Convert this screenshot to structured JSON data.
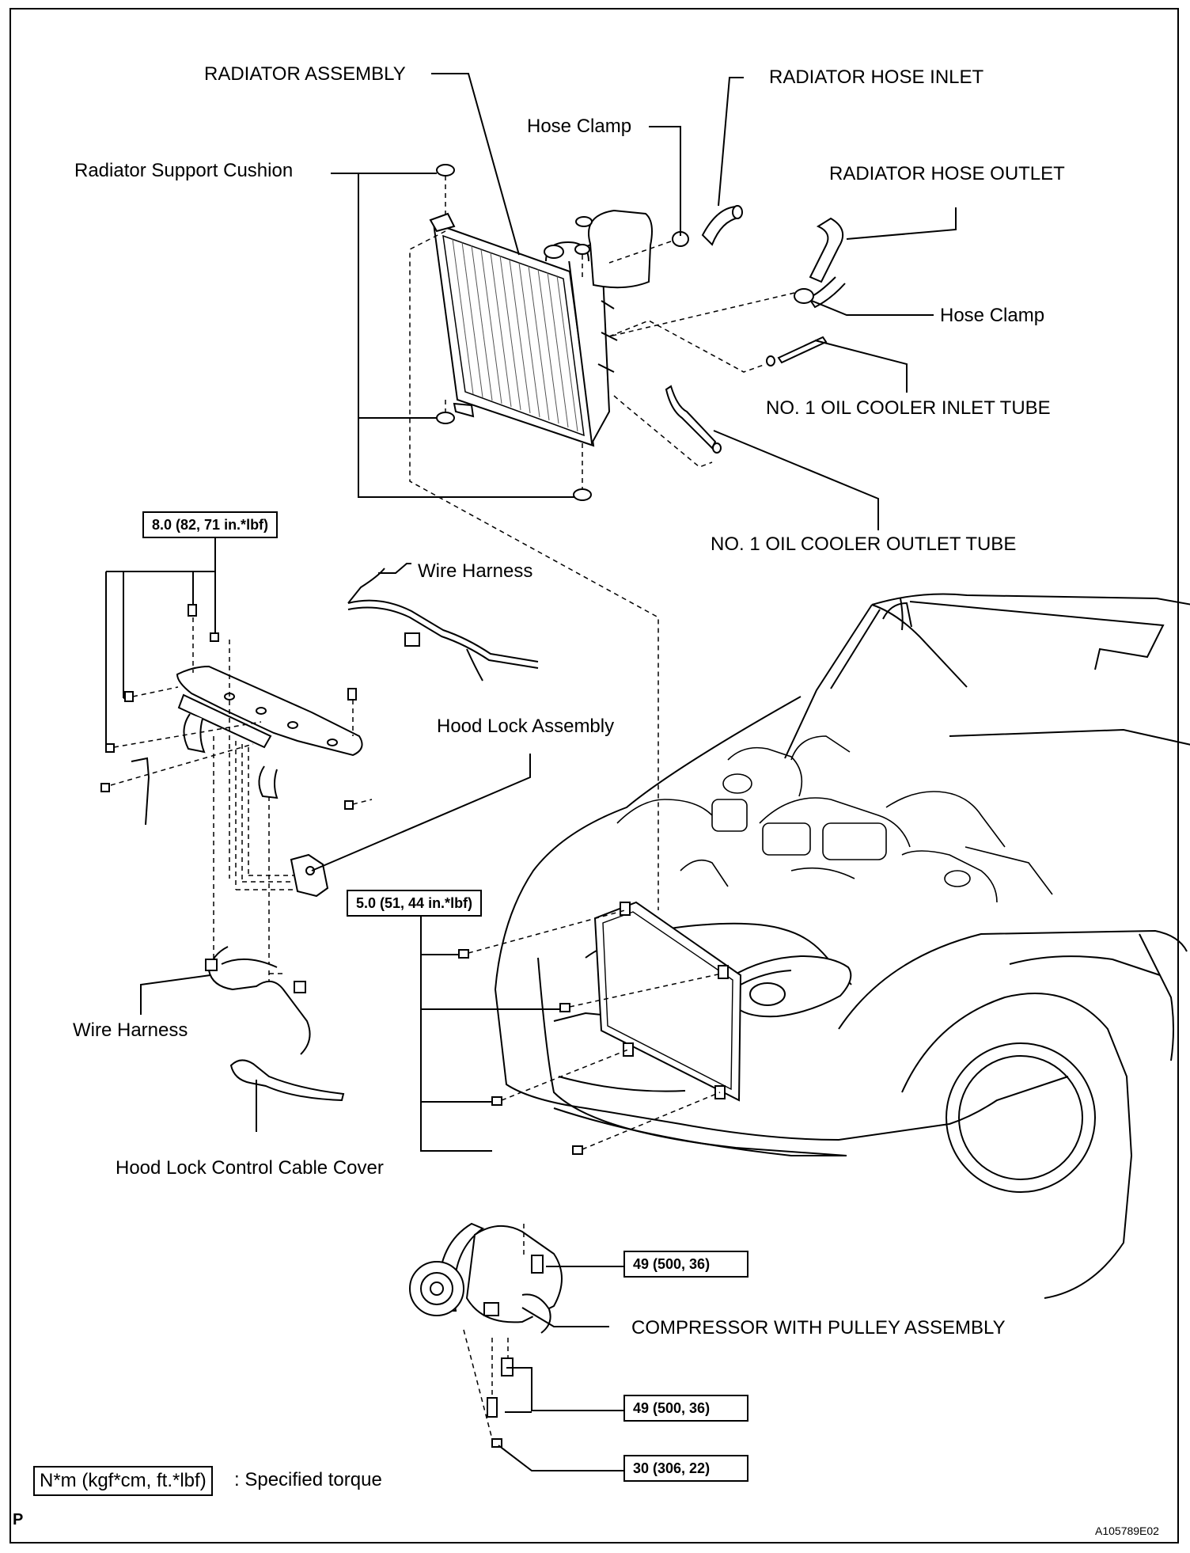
{
  "labels": {
    "radiator_assembly": "RADIATOR ASSEMBLY",
    "radiator_hose_inlet": "RADIATOR HOSE INLET",
    "hose_clamp_top": "Hose Clamp",
    "radiator_support_cushion": "Radiator Support Cushion",
    "radiator_hose_outlet": "RADIATOR HOSE OUTLET",
    "hose_clamp_right": "Hose Clamp",
    "oil_cooler_inlet_tube": "NO. 1 OIL COOLER INLET TUBE",
    "oil_cooler_outlet_tube": "NO. 1 OIL COOLER OUTLET TUBE",
    "wire_harness_top": "Wire Harness",
    "hood_lock_assembly": "Hood Lock Assembly",
    "wire_harness_left": "Wire Harness",
    "hood_lock_control_cable_cover": "Hood Lock Control Cable Cover",
    "compressor_with_pulley_assembly": "COMPRESSOR WITH PULLEY ASSEMBLY"
  },
  "torques": {
    "support_bolts": "8.0 (82, 71 in.*lbf)",
    "condenser_bolts": "5.0 (51, 44 in.*lbf)",
    "compressor_bolt_top": "49 (500, 36)",
    "compressor_bolt_lower": "49 (500, 36)",
    "compressor_nut": "30 (306, 22)"
  },
  "legend": {
    "unit_box": "N*m (kgf*cm, ft.*lbf)",
    "description": ": Specified torque"
  },
  "page_marker": "P",
  "figure_code": "A105789E02"
}
